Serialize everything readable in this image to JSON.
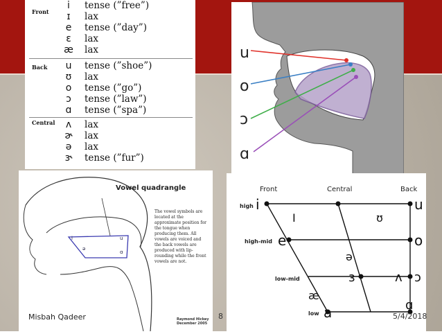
{
  "table": {
    "groups": [
      "Front",
      "Back",
      "Central"
    ],
    "rows": [
      {
        "symbol": "i",
        "desc": "tense (”free”)"
      },
      {
        "symbol": "ɪ",
        "desc": "lax"
      },
      {
        "symbol": "e",
        "desc": "tense (”day”)"
      },
      {
        "symbol": "ɛ",
        "desc": "lax"
      },
      {
        "symbol": "æ",
        "desc": "lax"
      },
      {
        "symbol": "u",
        "desc": "tense (”shoe”)"
      },
      {
        "symbol": "ʊ",
        "desc": "lax"
      },
      {
        "symbol": "o",
        "desc": "tense (”go”)"
      },
      {
        "symbol": "ɔ",
        "desc": "tense (”law”)"
      },
      {
        "symbol": "ɑ",
        "desc": "tense (”spa”)"
      },
      {
        "symbol": "ʌ",
        "desc": "lax"
      },
      {
        "symbol": "ɚ",
        "desc": "lax"
      },
      {
        "symbol": "ə",
        "desc": "lax"
      },
      {
        "symbol": "ɝ",
        "desc": "tense (”fur”)"
      }
    ]
  },
  "tongue": {
    "labels": [
      "u",
      "o",
      "ɔ",
      "ɑ"
    ],
    "colors": [
      "#e0322b",
      "#3a7fc4",
      "#3fae49",
      "#9a4fb8"
    ]
  },
  "sketch": {
    "title": "Vowel quadrangle",
    "note": "The vowel symbols are located at the approximate position for the tongue when producing them. All vowels are voiced and the back vowels are produced with lip-rounding while the front vowels are not.",
    "signature": "Raymond Hickey December 2005"
  },
  "chart": {
    "columns": [
      "Front",
      "Central",
      "Back"
    ],
    "heights": [
      "high",
      "high-mid",
      "low-mid",
      "low"
    ],
    "vowels": {
      "i": "i",
      "u": "u",
      "I": "I",
      "U": "ʊ",
      "e": "e",
      "o": "o",
      "schwa": "ə",
      "er": "ɜ",
      "wedge": "ʌ",
      "open_o": "ɔ",
      "ae": "æ",
      "a": "a",
      "alpha": "ɑ"
    }
  },
  "footer": {
    "author": "Misbah Qadeer",
    "page": "8",
    "date": "5/4/2018"
  }
}
